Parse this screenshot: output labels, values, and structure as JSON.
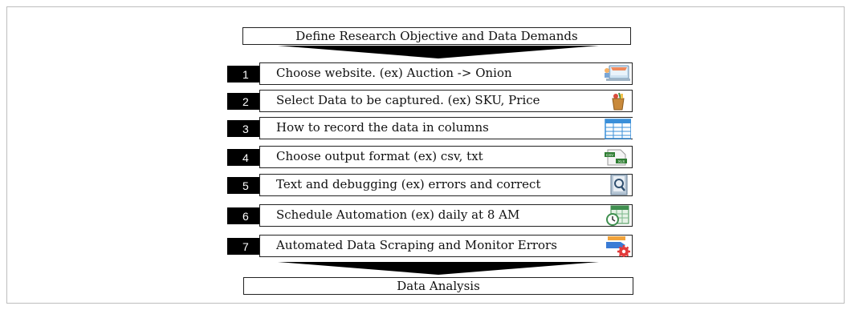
{
  "title_box": "Define Research Objective and Data Demands",
  "steps": [
    {
      "num": "1",
      "label": "Choose website. (ex) Auction -> Onion"
    },
    {
      "num": "2",
      "label": "Select Data to be captured. (ex) SKU, Price"
    },
    {
      "num": "3",
      "label": "How to record the data in columns"
    },
    {
      "num": "4",
      "label": "Choose output format (ex) csv, txt"
    },
    {
      "num": "5",
      "label": "Text and debugging (ex) errors and correct"
    },
    {
      "num": "6",
      "label": "Schedule Automation (ex) daily at 8 AM"
    },
    {
      "num": "7",
      "label": "Automated Data Scraping and Monitor Errors"
    }
  ],
  "icons": {
    "step1": "online-shop-icon",
    "step2": "shopping-bag-icon",
    "step3": "spreadsheet-icon",
    "step4": "csv-xls-file-icon",
    "step5": "document-search-icon",
    "step6": "calendar-clock-icon",
    "step7": "automation-gear-icon",
    "csv_badge": "CSV",
    "xls_badge": "XLS"
  },
  "final_box": "Data Analysis"
}
